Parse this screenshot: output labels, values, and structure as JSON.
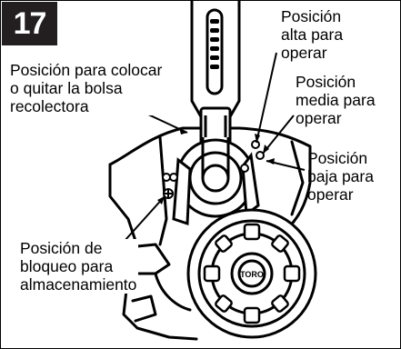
{
  "figure": {
    "number": "17"
  },
  "labels": {
    "bag_position": "Posición para colocar\no quitar la bolsa\nrecolectora",
    "high_position": "Posición\nalta para\noperar",
    "mid_position": "Posición\nmedia para\noperar",
    "low_position": "Posición\nbaja para\noperar",
    "storage_lock": "Posición de\nbloqueo para\nalmacenamiento"
  },
  "logo_text": "TORO"
}
